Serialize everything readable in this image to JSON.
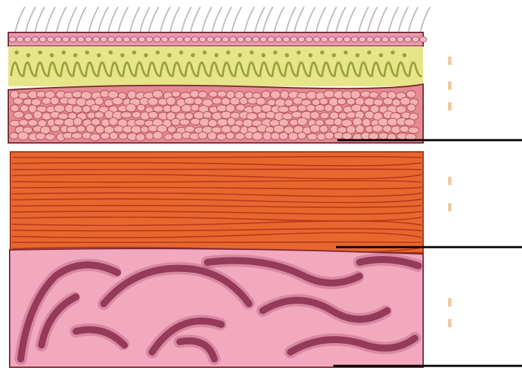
{
  "diagram": {
    "kind": "tissue-layer-cross-section",
    "labels": [],
    "layers": [
      {
        "name": "surface-cilia",
        "color": "#bdbdbd"
      },
      {
        "name": "outer-cell-strip",
        "color": "#e79aae"
      },
      {
        "name": "glandular-layer",
        "color": "#e6e58a"
      },
      {
        "name": "cellular-layer",
        "color": "#e48b8f"
      },
      {
        "name": "muscle-layer",
        "color": "#e8672e"
      },
      {
        "name": "folded-mucosa-layer",
        "color": "#f2a9bf"
      }
    ],
    "label_pointer_lines": 3,
    "colors": {
      "border": "#7d2a3a",
      "fold": "#8a2d4a",
      "muscle_fiber": "#b3361c",
      "cell_outline": "#b5505c",
      "gland_dot": "#9aa33a",
      "tick": "#f1c9a1",
      "pointer": "#000000"
    }
  }
}
